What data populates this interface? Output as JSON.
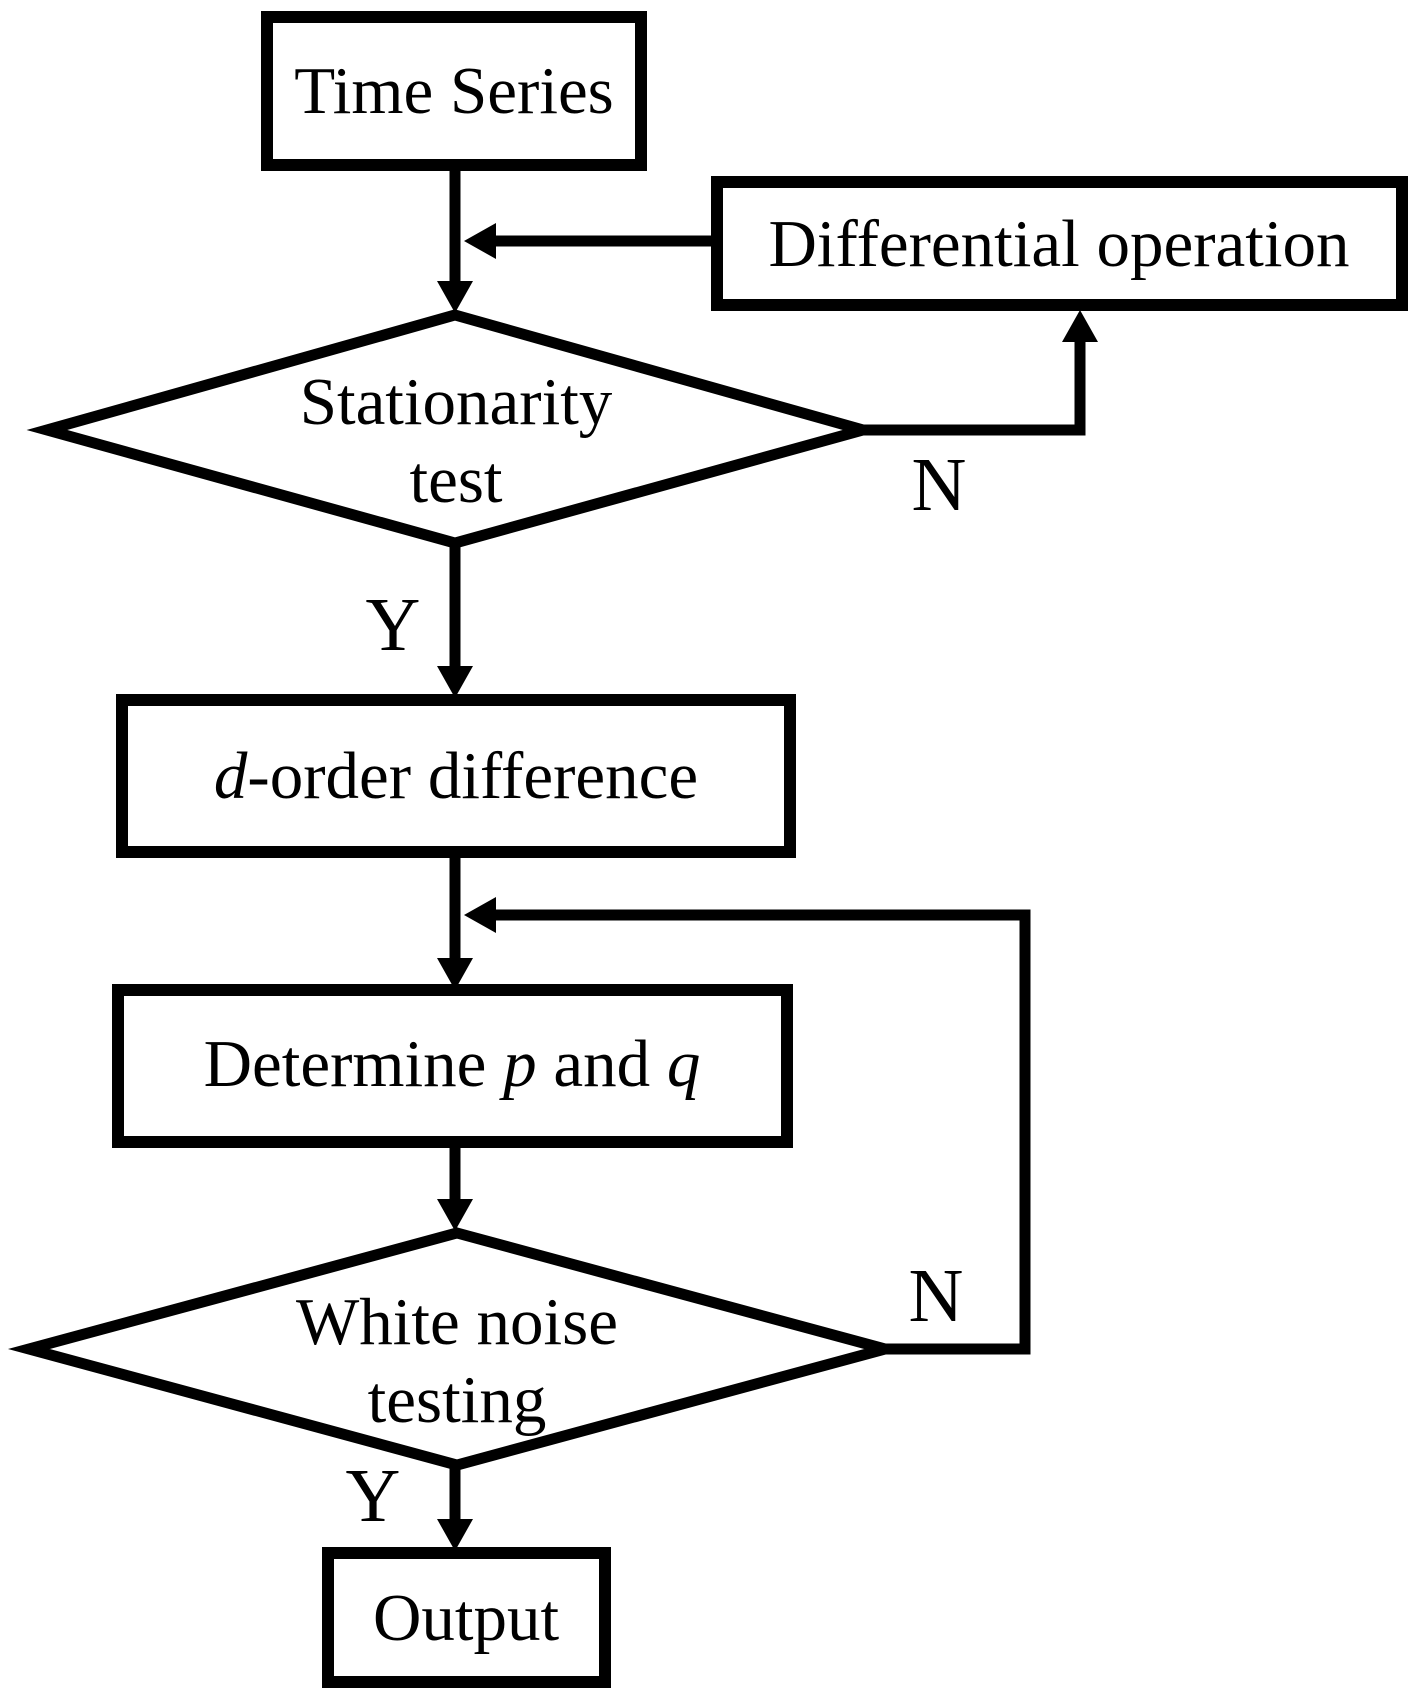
{
  "nodes": {
    "time_series": {
      "label": "Time Series"
    },
    "differential_operation": {
      "label": "Differential operation"
    },
    "stationarity_test": {
      "line1": "Stationarity",
      "line2": "test"
    },
    "d_order_difference": {
      "italic_d": "d",
      "rest": "-order difference"
    },
    "determine_p_q": {
      "prefix": "Determine ",
      "p": "p",
      "middle": " and ",
      "q": "q"
    },
    "white_noise_testing": {
      "line1": "White noise",
      "line2": "testing"
    },
    "output": {
      "label": "Output"
    }
  },
  "edge_labels": {
    "stationarity_yes": "Y",
    "stationarity_no": "N",
    "white_noise_yes": "Y",
    "white_noise_no": "N"
  },
  "colors": {
    "line": "#000000",
    "text": "#000000",
    "background": "#ffffff"
  }
}
